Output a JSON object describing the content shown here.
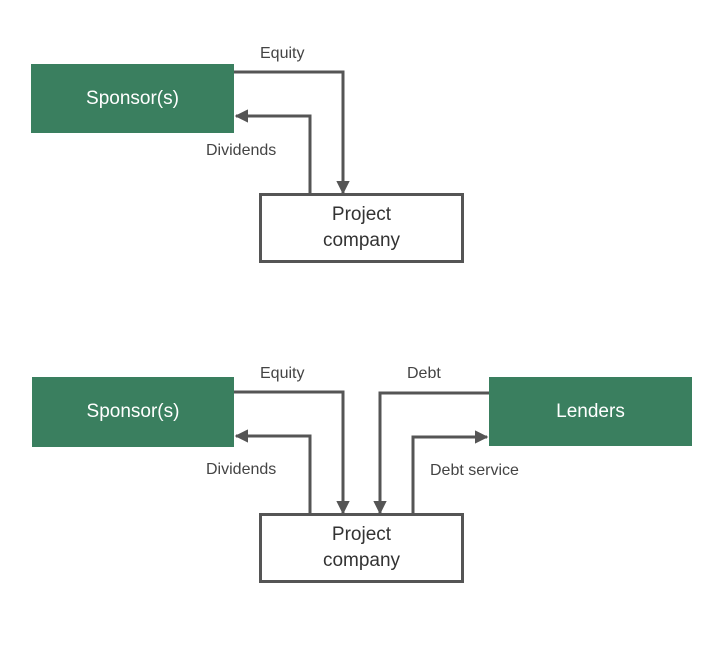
{
  "colors": {
    "party_fill": "#3a7f5f",
    "party_text": "#ffffff",
    "connector": "#555555"
  },
  "top_diagram": {
    "sponsor_label": "Sponsor(s)",
    "project_line1": "Project",
    "project_line2": "company",
    "equity_label": "Equity",
    "dividends_label": "Dividends"
  },
  "bottom_diagram": {
    "sponsor_label": "Sponsor(s)",
    "lenders_label": "Lenders",
    "project_line1": "Project",
    "project_line2": "company",
    "equity_label": "Equity",
    "dividends_label": "Dividends",
    "debt_label": "Debt",
    "debt_service_label": "Debt service"
  }
}
